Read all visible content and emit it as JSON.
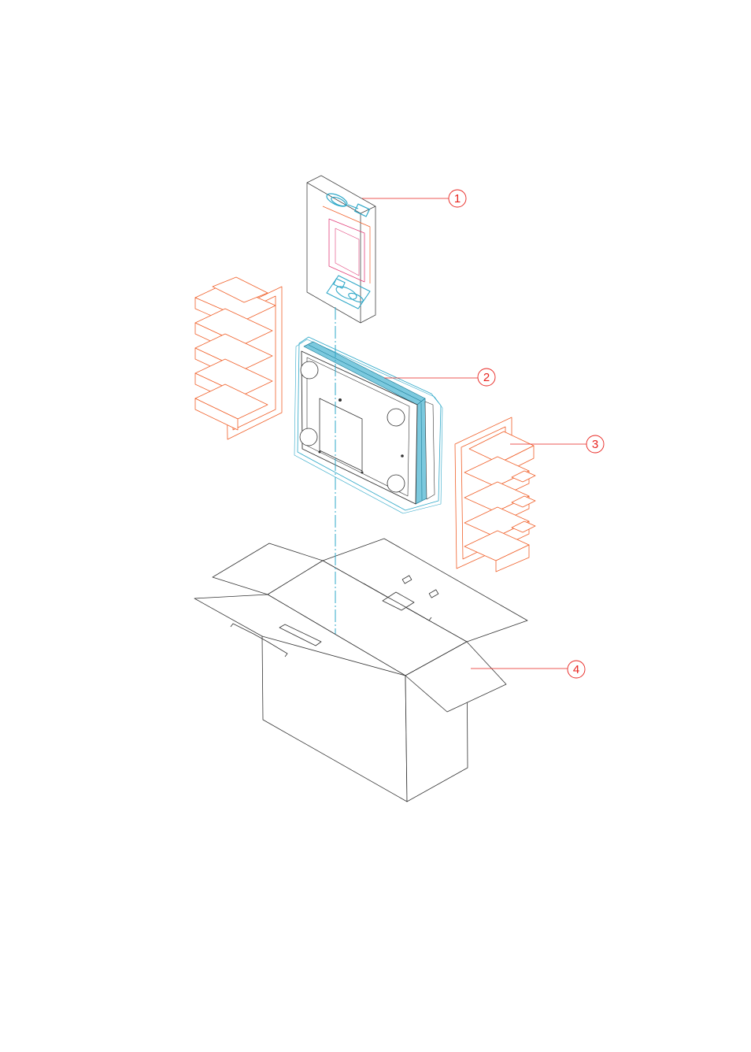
{
  "colors": {
    "accessory": "#2fa8c8",
    "accessory_dark": "#1f7f9a",
    "foam": "#f0602a",
    "foam_fill": "#ffffff",
    "carton": "#333333",
    "panel": "#333333",
    "callout": "#e8231e",
    "pink": "#e2407a"
  },
  "callouts": [
    {
      "id": "1",
      "label": "1"
    },
    {
      "id": "2",
      "label": "2"
    },
    {
      "id": "3",
      "label": "3"
    },
    {
      "id": "4",
      "label": "4"
    }
  ]
}
